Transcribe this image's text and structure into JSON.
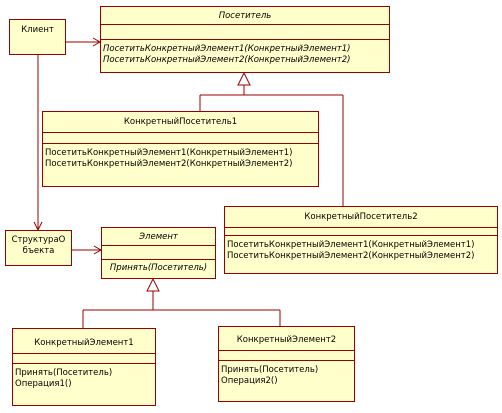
{
  "colors": {
    "fill": "#ffffcc",
    "border": "#990000",
    "line": "#990000"
  },
  "client": {
    "title": "Клиент"
  },
  "visitor": {
    "title": "Посетитель",
    "ops": [
      "ПосетитьКонкретныйЭлемент1(КонкретныйЭлемент1)",
      "ПосетитьКонкретныйЭлемент2(КонкретныйЭлемент2)"
    ]
  },
  "visitor1": {
    "title": "КонкретныйПосетитель1",
    "ops": [
      "ПосетитьКонкретныйЭлемент1(КонкретныйЭлемент1)",
      "ПосетитьКонкретныйЭлемент2(КонкретныйЭлемент2)"
    ]
  },
  "visitor2": {
    "title": "КонкретныйПосетитель2",
    "ops": [
      "ПосетитьКонкретныйЭлемент1(КонкретныйЭлемент1)",
      "ПосетитьКонкретныйЭлемент2(КонкретныйЭлемент2)"
    ]
  },
  "structure": {
    "line1": "СтруктураО",
    "line2": "бъекта"
  },
  "element": {
    "title": "Элемент",
    "ops": [
      "Принять(Посетитель)"
    ]
  },
  "element1": {
    "title": "КонкретныйЭлемент1",
    "ops": [
      "Принять(Посетитель)",
      "Операция1()"
    ]
  },
  "element2": {
    "title": "КонкретныйЭлемент2",
    "ops": [
      "Принять(Посетитель)",
      "Операция2()"
    ]
  }
}
